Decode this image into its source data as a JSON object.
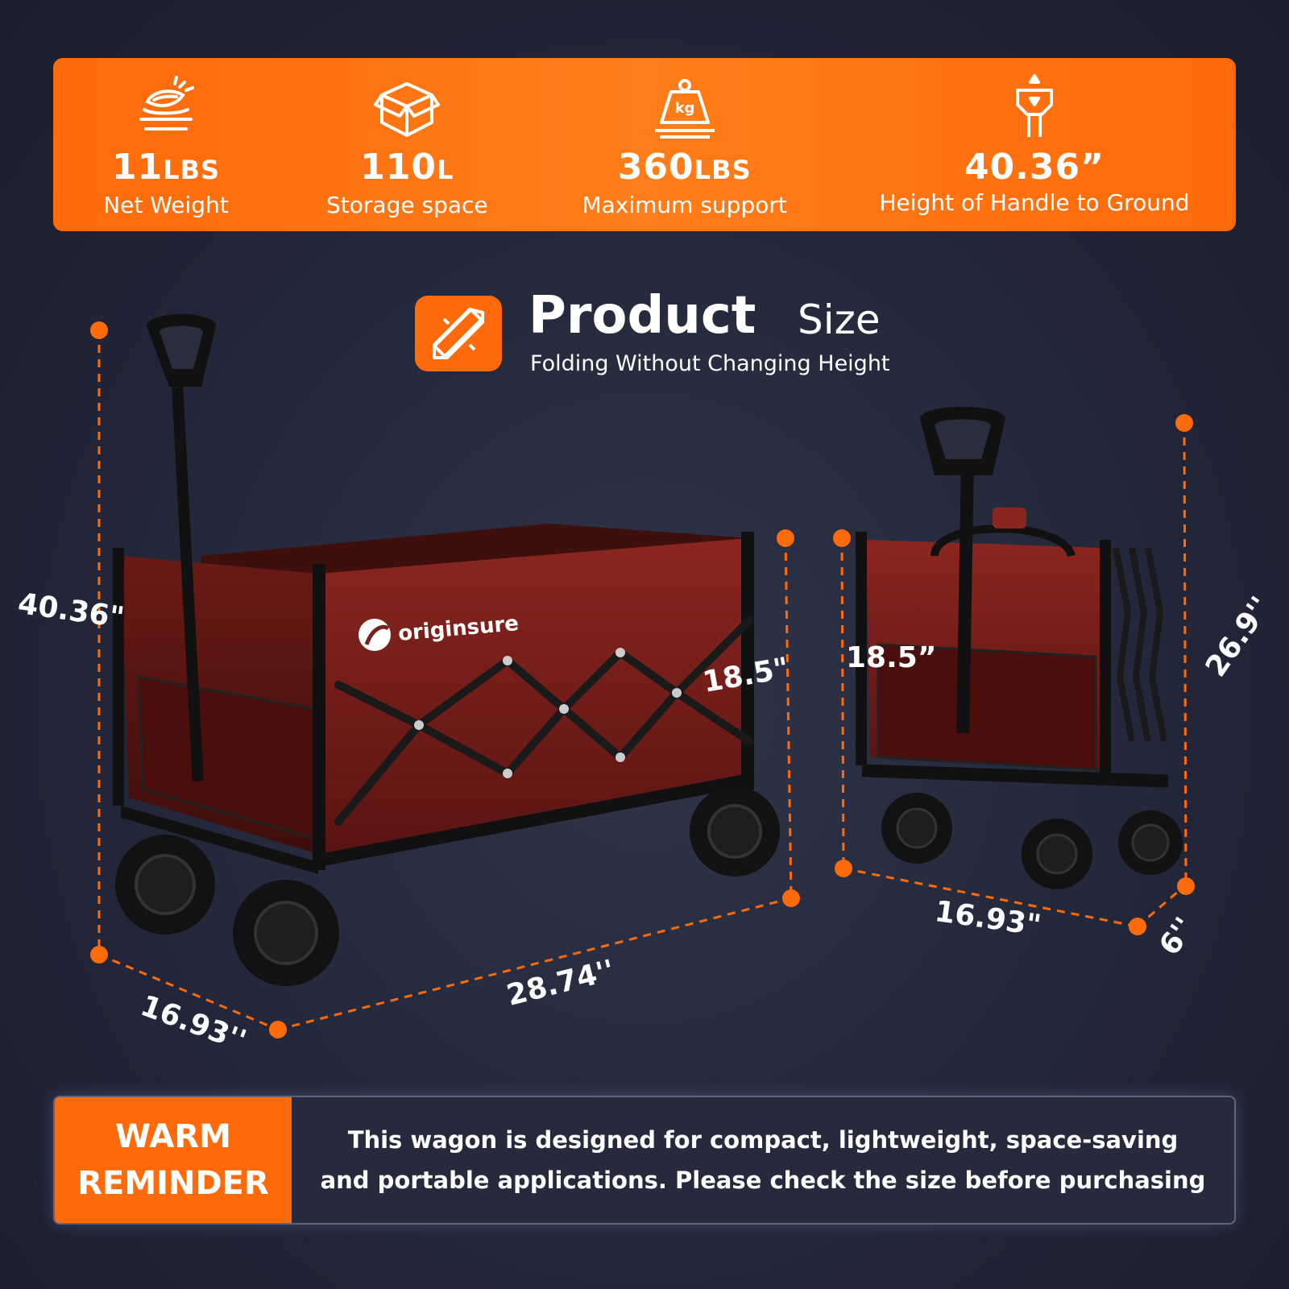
{
  "specs": [
    {
      "value": "11",
      "unit": "LBS",
      "label": "Net Weight",
      "icon": "feather-weight-icon"
    },
    {
      "value": "110",
      "unit": "L",
      "label": "Storage space",
      "icon": "box-icon"
    },
    {
      "value": "360",
      "unit": "LBS",
      "label": "Maximum support",
      "icon": "kg-weight-icon"
    },
    {
      "value": "40.36”",
      "unit": "",
      "label": "Height of Handle to Ground",
      "icon": "handle-height-icon"
    }
  ],
  "heading": {
    "title": "Product",
    "title_size": "Size",
    "subtitle": "Folding Without Changing Height",
    "icon": "ruler-pencil-icon"
  },
  "product": {
    "brand": "originsure",
    "dimensions_open": {
      "height": "40.36\"",
      "side_height": "18.5\"",
      "length": "28.74''",
      "width": "16.93''"
    },
    "dimensions_folded": {
      "side_height": "18.5”",
      "height": "26.9''",
      "width": "16.93\"",
      "depth": "6''"
    },
    "colors": {
      "fabric": "#7a1e1a",
      "frame": "#111111",
      "accent": "#ff6a0a"
    }
  },
  "reminder": {
    "tag_line1": "WARM",
    "tag_line2": "REMINDER",
    "text_line1": "This wagon is designed for compact, lightweight, space-saving",
    "text_line2": "and portable applications. Please check the size before purchasing"
  }
}
